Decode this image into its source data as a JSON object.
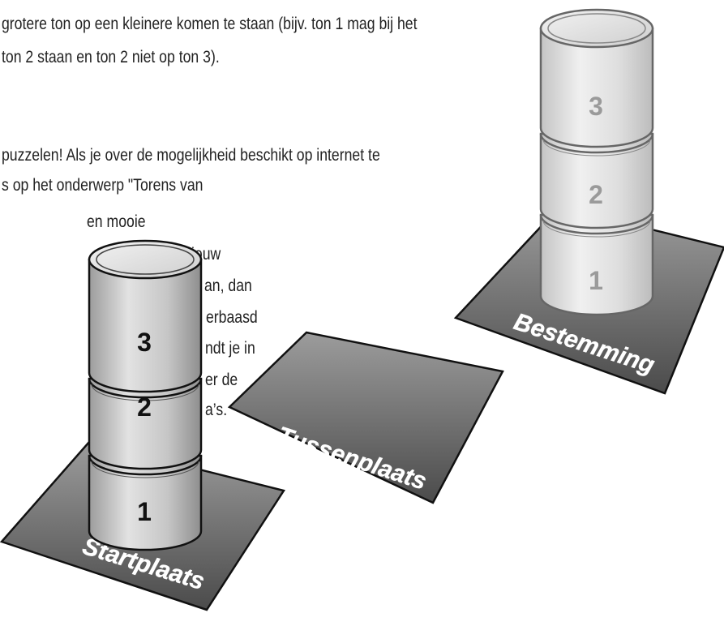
{
  "text": {
    "lines": [
      "grotere ton op een kleinere komen te staan (bijv. ton 1 mag bij het",
      "ton 2 staan en ton 2 niet op ton 3).",
      "puzzelen! Als je over de mogelijkheid beschikt op internet te",
      "s op het onderwerp \"Torens van",
      "en  mooie",
      "jouw",
      "an, dan",
      "erbaasd",
      "ndt je in",
      "er      de",
      "a’s."
    ]
  },
  "diagram": {
    "places": {
      "start": "Startplaats",
      "middle": "Tussenplaats",
      "destination": "Bestemming"
    },
    "start_tower": [
      "1",
      "2",
      "3"
    ],
    "destination_tower": [
      "1",
      "2",
      "3"
    ],
    "colors": {
      "platform_light": "#9a9a9a",
      "platform_dark": "#4a4a4a",
      "barrel_dark": "#b8b8b8",
      "barrel_ghost": "#c9c9c9",
      "number_dark": "#111111",
      "number_ghost": "#9a9a9a"
    }
  }
}
